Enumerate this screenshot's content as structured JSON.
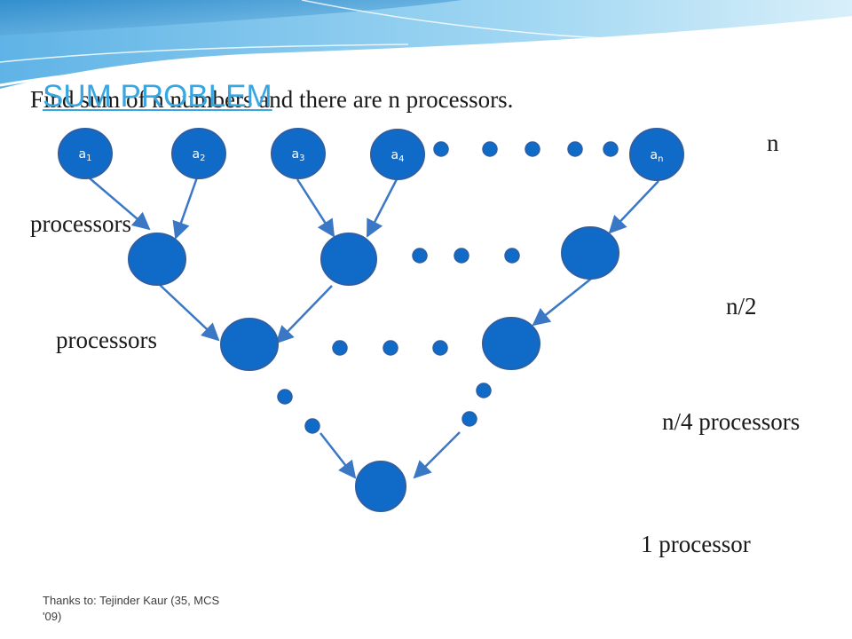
{
  "title": "SUM PROBLEM",
  "problem_statement": "Find sum of n numbers and there are n processors.",
  "level_labels": {
    "n": "n",
    "processors_1": "processors",
    "n_2": "n/2",
    "processors_2": "processors",
    "n_4": "n/4 processors",
    "one": "1 processor"
  },
  "leaf_nodes": [
    {
      "base": "a",
      "sub": "1"
    },
    {
      "base": "a",
      "sub": "2"
    },
    {
      "base": "a",
      "sub": "3"
    },
    {
      "base": "a",
      "sub": "4"
    },
    {
      "base": "a",
      "sub": "n"
    }
  ],
  "credit": "Thanks to: Tejinder Kaur (35, MCS '09)",
  "colors": {
    "node": "#0f6bc7",
    "arrow": "#3a78c6",
    "title": "#3aa6e0",
    "wave": "#7cc4ec"
  }
}
